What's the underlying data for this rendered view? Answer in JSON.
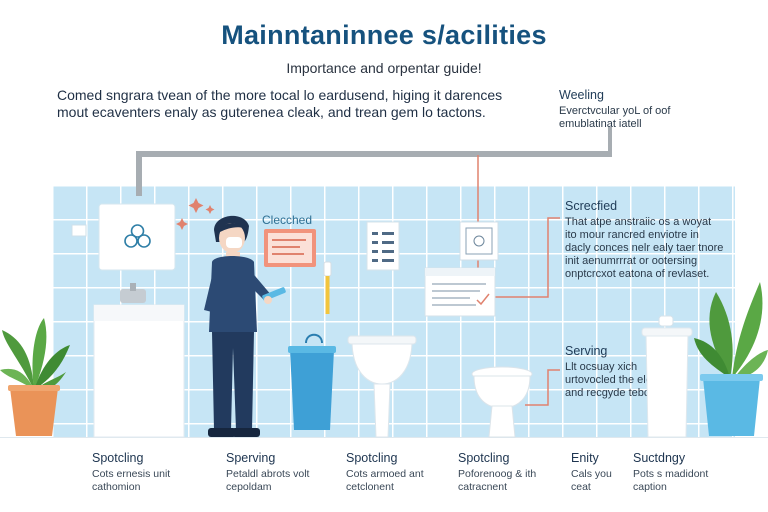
{
  "header": {
    "title": "Mainntaninnee s/acilities",
    "subtitle": "Importance and orpentar guide!",
    "intro": "Comed sngrara tvean of the more tocal lo eardusend, higing it darences mout ecaventers enaly as guterenea cleak, and trean gem lo tactons."
  },
  "notes": {
    "top_right": {
      "title": "Weeling",
      "text": "Everctvcular yoL of oof emublatinat iatell"
    },
    "middle_right": {
      "title": "Screcfied",
      "text": "That atpe anstraiic os a woyat ito mour rancred enviotre in dacly conces nelr ealy taer tnore init aenumrrrat or ootersing onptcrcxot eatona of revlaset."
    },
    "lower_right": {
      "title": "Serving",
      "text": "Llt ocsuay xich urtovocled the eleyting1 and recgyde tebcs"
    }
  },
  "scene": {
    "checklist_label": "Clecched"
  },
  "captions": [
    {
      "title": "Spotcling",
      "text": "Cots ernesis unit cathomion"
    },
    {
      "title": "Sperving",
      "text": "Petaldl abrots volt cepoldam"
    },
    {
      "title": "Spotcling",
      "text": "Cots armoed ant cetclonent"
    },
    {
      "title": "Spotcling",
      "text": "Poforenoog &  ith catracnent"
    },
    {
      "title": "Enity",
      "text": "Cals you ceat"
    },
    {
      "title": "Suctdngy",
      "text": "Pots s madidont caption"
    }
  ],
  "colors": {
    "title": "#16527e",
    "wall": "#c6e5f5",
    "uniform": "#2c4a74",
    "accent": "#e0826e",
    "plant": "#4f9a3d",
    "pot_orange": "#ea9358",
    "pot_blue": "#5ab9e4",
    "bucket": "#3ea0d6"
  }
}
